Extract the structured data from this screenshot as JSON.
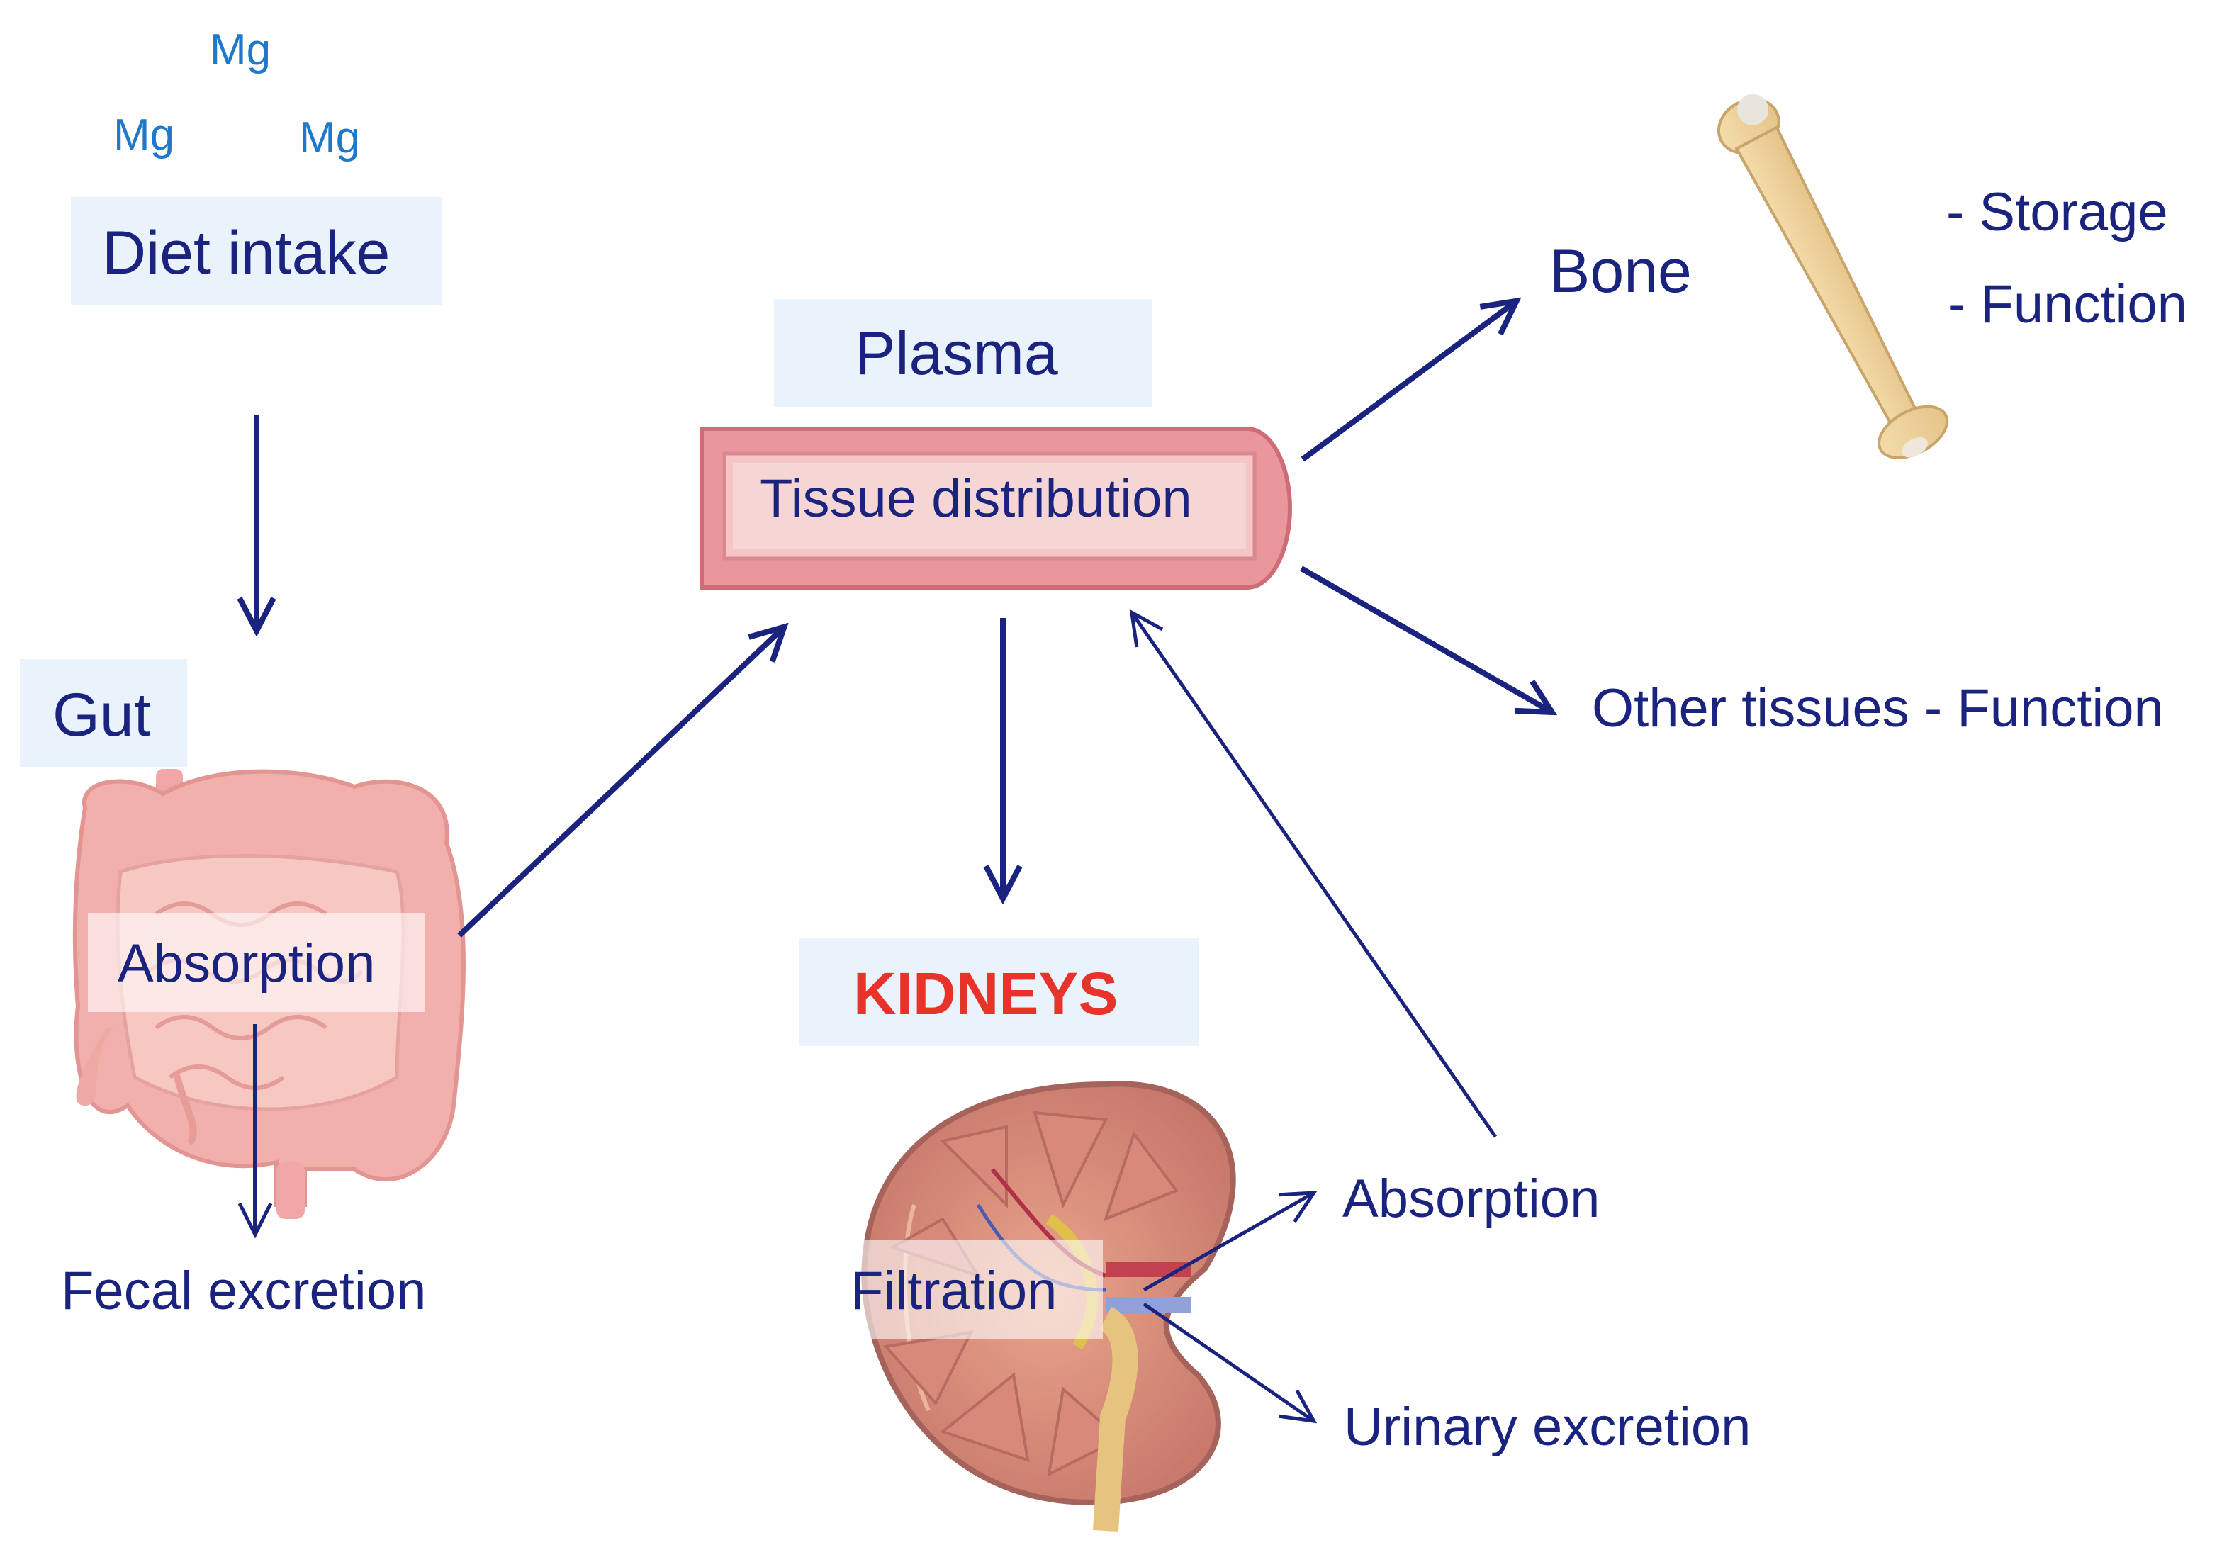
{
  "mg_labels": [
    "Mg",
    "Mg",
    "Mg"
  ],
  "nodes": {
    "diet": "Diet intake",
    "gut": "Gut",
    "gut_absorption": "Absorption",
    "fecal": "Fecal excretion",
    "plasma": "Plasma",
    "tissue": "Tissue distribution",
    "kidneys": "KIDNEYS",
    "filtration": "Filtration",
    "kidney_absorption": "Absorption",
    "urinary": "Urinary excretion",
    "bone": "Bone",
    "bone_storage": "- Storage",
    "bone_function": "- Function",
    "other": "Other tissues - Function"
  },
  "colors": {
    "text": "#1a237e",
    "arrow": "#1a237e",
    "mg": "#1f78c8",
    "kidneys": "#e8332a",
    "label_box": "#eaf2fb",
    "vessel": "#e8a0a6"
  }
}
